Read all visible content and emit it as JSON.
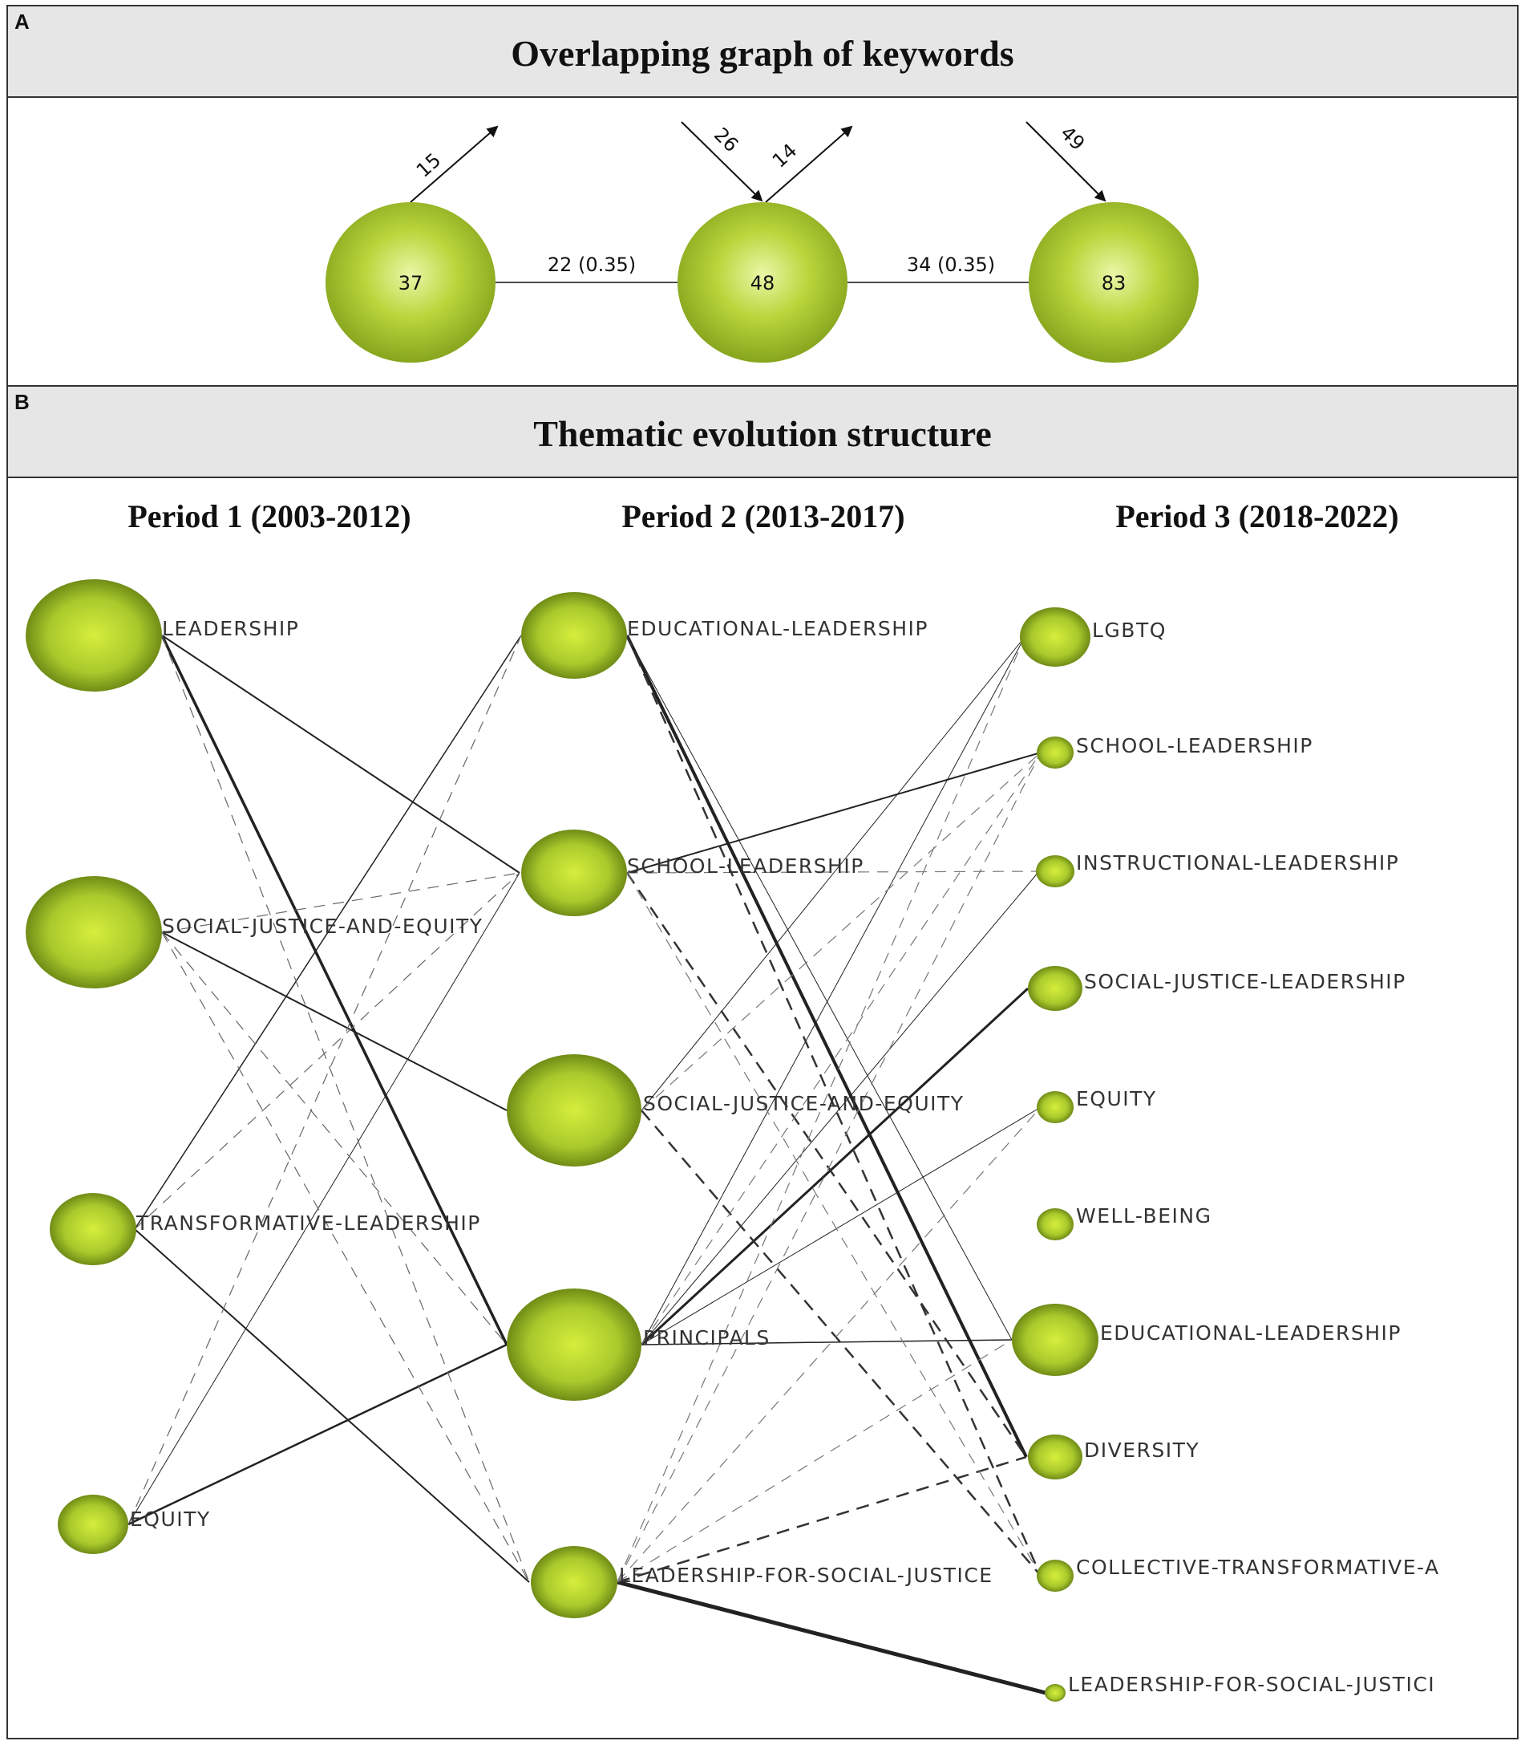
{
  "panelA": {
    "letter": "A",
    "title": "Overlapping graph of keywords",
    "nodes": [
      {
        "label": "37",
        "out": "15"
      },
      {
        "label": "48",
        "in": "26",
        "out": "14"
      },
      {
        "label": "83",
        "in": "49"
      }
    ],
    "links": [
      {
        "label": "22 (0.35)"
      },
      {
        "label": "34 (0.35)"
      }
    ]
  },
  "panelB": {
    "letter": "B",
    "title": "Thematic evolution structure",
    "periods": [
      "Period 1 (2003-2012)",
      "Period 2 (2013-2017)",
      "Period 3 (2018-2022)"
    ],
    "period1": [
      "LEADERSHIP",
      "SOCIAL-JUSTICE-AND-EQUITY",
      "TRANSFORMATIVE-LEADERSHIP",
      "EQUITY"
    ],
    "period2": [
      "EDUCATIONAL-LEADERSHIP",
      "SCHOOL-LEADERSHIP",
      "SOCIAL-JUSTICE-AND-EQUITY",
      "PRINCIPALS",
      "LEADERSHIP-FOR-SOCIAL-JUSTICE"
    ],
    "period3": [
      "LGBTQ",
      "SCHOOL-LEADERSHIP",
      "INSTRUCTIONAL-LEADERSHIP",
      "SOCIAL-JUSTICE-LEADERSHIP",
      "EQUITY",
      "WELL-BEING",
      "EDUCATIONAL-LEADERSHIP",
      "DIVERSITY",
      "COLLECTIVE-TRANSFORMATIVE-A",
      "LEADERSHIP-FOR-SOCIAL-JUSTICI"
    ]
  },
  "colors": {
    "node_light": "#d4ec60",
    "node_mid": "#a8c430",
    "node_dark": "#6f8a14",
    "line": "#222222"
  }
}
